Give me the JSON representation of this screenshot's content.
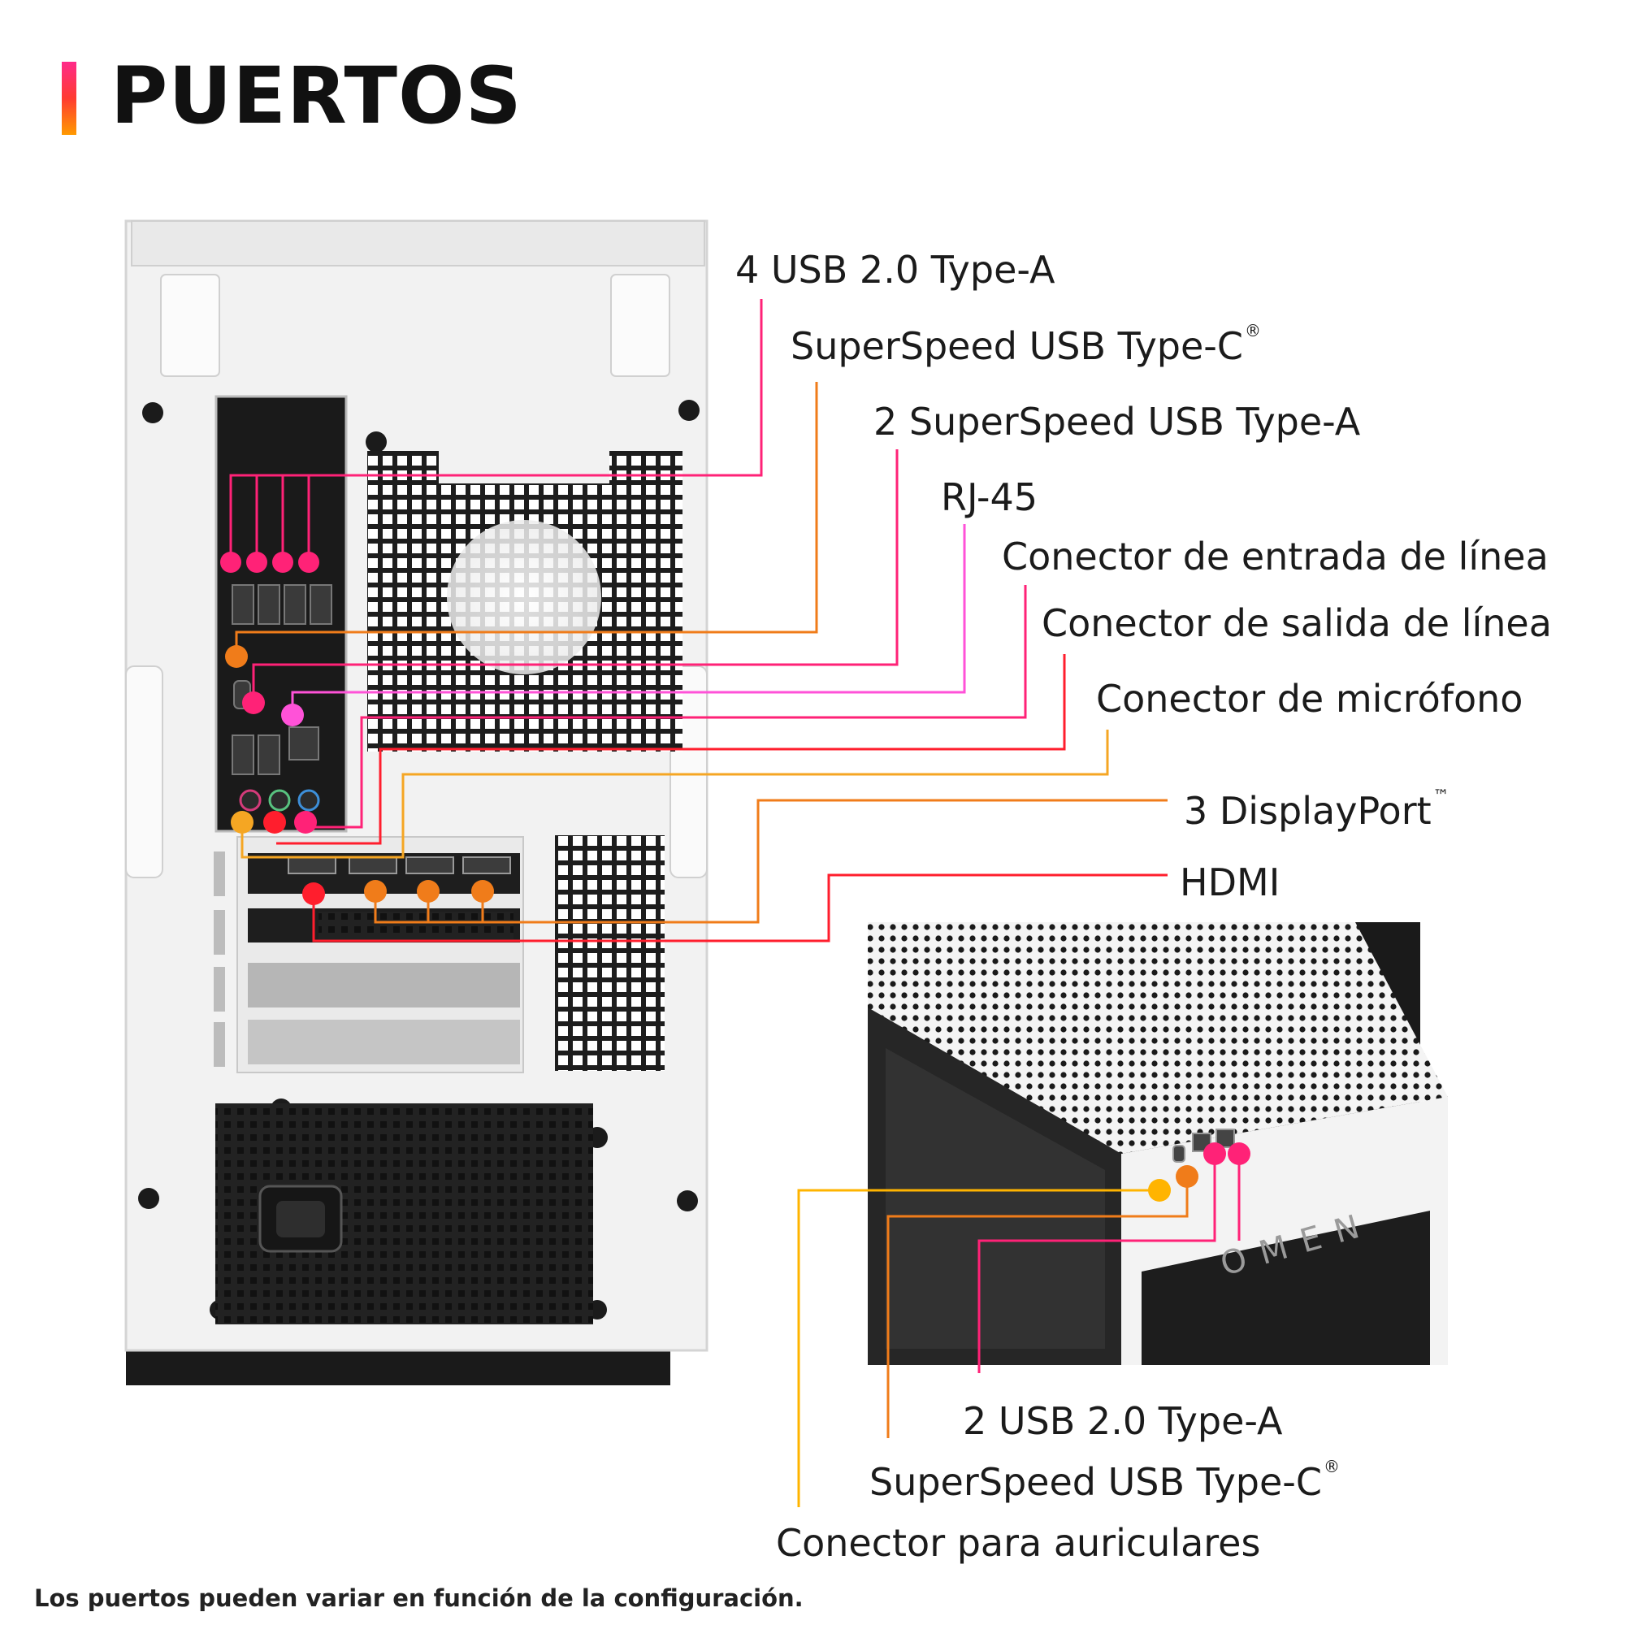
{
  "title": "PUERTOS",
  "footnote": "Los puertos pueden variar en función de la configuración.",
  "brand_mark": "OMEN",
  "colors": {
    "pink": "#ff2277",
    "orange": "#f07c1a",
    "red": "#ff1e2d",
    "magenta": "#ff52d8",
    "yellow": "#ffb400",
    "gold": "#f5a623",
    "gradient_top": "#ff2a8a",
    "gradient_bottom": "#ff9a00"
  },
  "rear_labels": [
    {
      "text": "4 USB 2.0 Type-A",
      "mark": ""
    },
    {
      "text": "SuperSpeed USB Type-C",
      "mark": "®"
    },
    {
      "text": "2 SuperSpeed USB Type-A",
      "mark": ""
    },
    {
      "text": "RJ-45",
      "mark": ""
    },
    {
      "text": "Conector de entrada de línea",
      "mark": ""
    },
    {
      "text": "Conector de salida de línea",
      "mark": ""
    },
    {
      "text": "Conector de micrófono",
      "mark": ""
    },
    {
      "text": "3 DisplayPort",
      "mark": "™"
    },
    {
      "text": "HDMI",
      "mark": ""
    }
  ],
  "front_labels": [
    {
      "text": "2 USB 2.0 Type-A",
      "mark": ""
    },
    {
      "text": "SuperSpeed USB Type-C",
      "mark": "®"
    },
    {
      "text": "Conector para auriculares",
      "mark": ""
    }
  ]
}
